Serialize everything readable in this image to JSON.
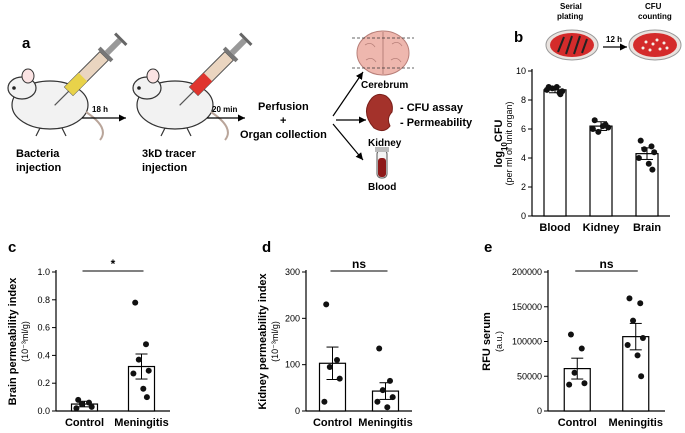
{
  "colors": {
    "dish_agar": "#d42b2b",
    "dish_rim": "#e9e2de",
    "tracer_red": "#e0352e",
    "bacteria_yellow": "#e8d24a",
    "syringe_body": "#ead5c0",
    "brain_pink": "#eeb7ae",
    "kidney_red": "#a4322b",
    "blood_red": "#8e1a1a"
  },
  "panel_a": {
    "label": "a",
    "step1_label": [
      "Bacteria",
      "injection"
    ],
    "arrow1_time": "18 h",
    "step2_label": [
      "3kD tracer",
      "injection"
    ],
    "arrow2_time": "20 min",
    "step3_label": [
      "Perfusion",
      "+",
      "Organ collection"
    ],
    "organs": [
      "Cerebrum",
      "Kidney",
      "Blood"
    ],
    "assays": [
      "- CFU assay",
      "- Permeability"
    ]
  },
  "panel_b": {
    "label": "b",
    "plating_label": [
      "Serial",
      "plating"
    ],
    "incubation_time": "12 h",
    "counting_label": [
      "CFU",
      "counting"
    ]
  },
  "chart_data": [
    {
      "panel": "b",
      "type": "bar",
      "categories": [
        "Blood",
        "Kidney",
        "Brain"
      ],
      "values": [
        8.7,
        6.2,
        4.3
      ],
      "errors": [
        0.2,
        0.3,
        0.4
      ],
      "points": [
        [
          8.9,
          8.5,
          8.8,
          8.6,
          8.7,
          8.9,
          8.4
        ],
        [
          6.6,
          6.3,
          5.8,
          6.1,
          6.0,
          6.2
        ],
        [
          5.2,
          4.8,
          4.6,
          4.4,
          4.0,
          3.6,
          3.2
        ]
      ],
      "ylabel": "log10CFU",
      "ylabel_sub": "(per ml or unit organ)",
      "ylim": [
        0,
        10
      ],
      "yticks": [
        0,
        2,
        4,
        6,
        8,
        10
      ]
    },
    {
      "panel": "c",
      "type": "bar",
      "categories": [
        "Control",
        "Meningitis"
      ],
      "values": [
        0.05,
        0.32
      ],
      "errors": [
        0.02,
        0.09
      ],
      "points": [
        [
          0.08,
          0.06,
          0.05,
          0.03,
          0.02
        ],
        [
          0.78,
          0.48,
          0.37,
          0.29,
          0.27,
          0.16,
          0.1
        ]
      ],
      "ylabel": "Brain permeability index",
      "ylabel_sub": "(10⁻³ml/g)",
      "ylim": [
        0,
        1.0
      ],
      "yticks": [
        0.0,
        0.2,
        0.4,
        0.6,
        0.8,
        1.0
      ],
      "significance": "*"
    },
    {
      "panel": "d",
      "type": "bar",
      "categories": [
        "Control",
        "Meningitis"
      ],
      "values": [
        103,
        43
      ],
      "errors": [
        35,
        18
      ],
      "points": [
        [
          230,
          110,
          95,
          70,
          20
        ],
        [
          135,
          65,
          45,
          30,
          20,
          8
        ]
      ],
      "ylabel": "Kidney permeability index",
      "ylabel_sub": "(10⁻³ml/g)",
      "ylim": [
        0,
        300
      ],
      "yticks": [
        0,
        100,
        200,
        300
      ],
      "significance": "ns"
    },
    {
      "panel": "e",
      "type": "bar",
      "categories": [
        "Control",
        "Meningitis"
      ],
      "values": [
        61000,
        107000
      ],
      "errors": [
        15000,
        19000
      ],
      "points": [
        [
          110000,
          90000,
          55000,
          40000,
          38000
        ],
        [
          162000,
          155000,
          130000,
          105000,
          95000,
          80000,
          50000
        ]
      ],
      "ylabel": "RFU serum",
      "ylabel_sub": "(a.u.)",
      "ylim": [
        0,
        200000
      ],
      "yticks": [
        0,
        50000,
        100000,
        150000,
        200000
      ],
      "significance": "ns"
    }
  ]
}
